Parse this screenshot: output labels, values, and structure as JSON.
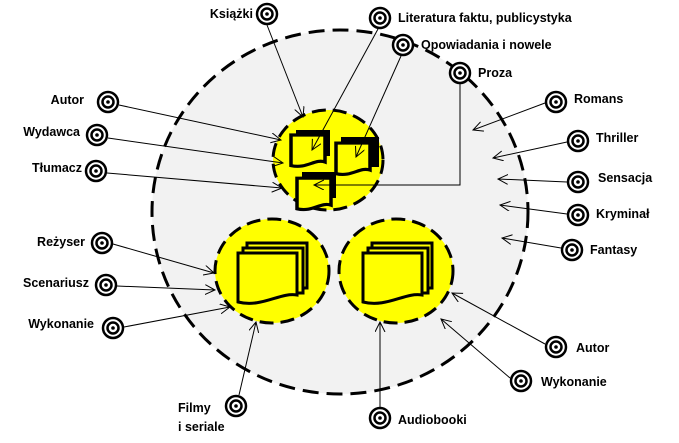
{
  "colors": {
    "group_fill": "#f2f2f2",
    "cluster_fill": "#ffff00",
    "stroke": "#000000"
  },
  "nodes": {
    "ksiazki": "Książki",
    "literatura": "Literatura faktu, publicystyka",
    "opowiadania": "Opowiadania i nowele",
    "proza": "Proza",
    "autor_books": "Autor",
    "wydawca": "Wydawca",
    "tlumacz": "Tłumacz",
    "romans": "Romans",
    "thriller": "Thriller",
    "sensacja": "Sensacja",
    "kryminal": "Kryminał",
    "fantasy": "Fantasy",
    "rezyser": "Reżyser",
    "scenariusz": "Scenariusz",
    "wykonanie_film": "Wykonanie",
    "autor_audio": "Autor",
    "wykonanie_audio": "Wykonanie",
    "audiobooki": "Audiobooki",
    "filmy_line1": "Filmy",
    "filmy_line2": "i seriale"
  }
}
